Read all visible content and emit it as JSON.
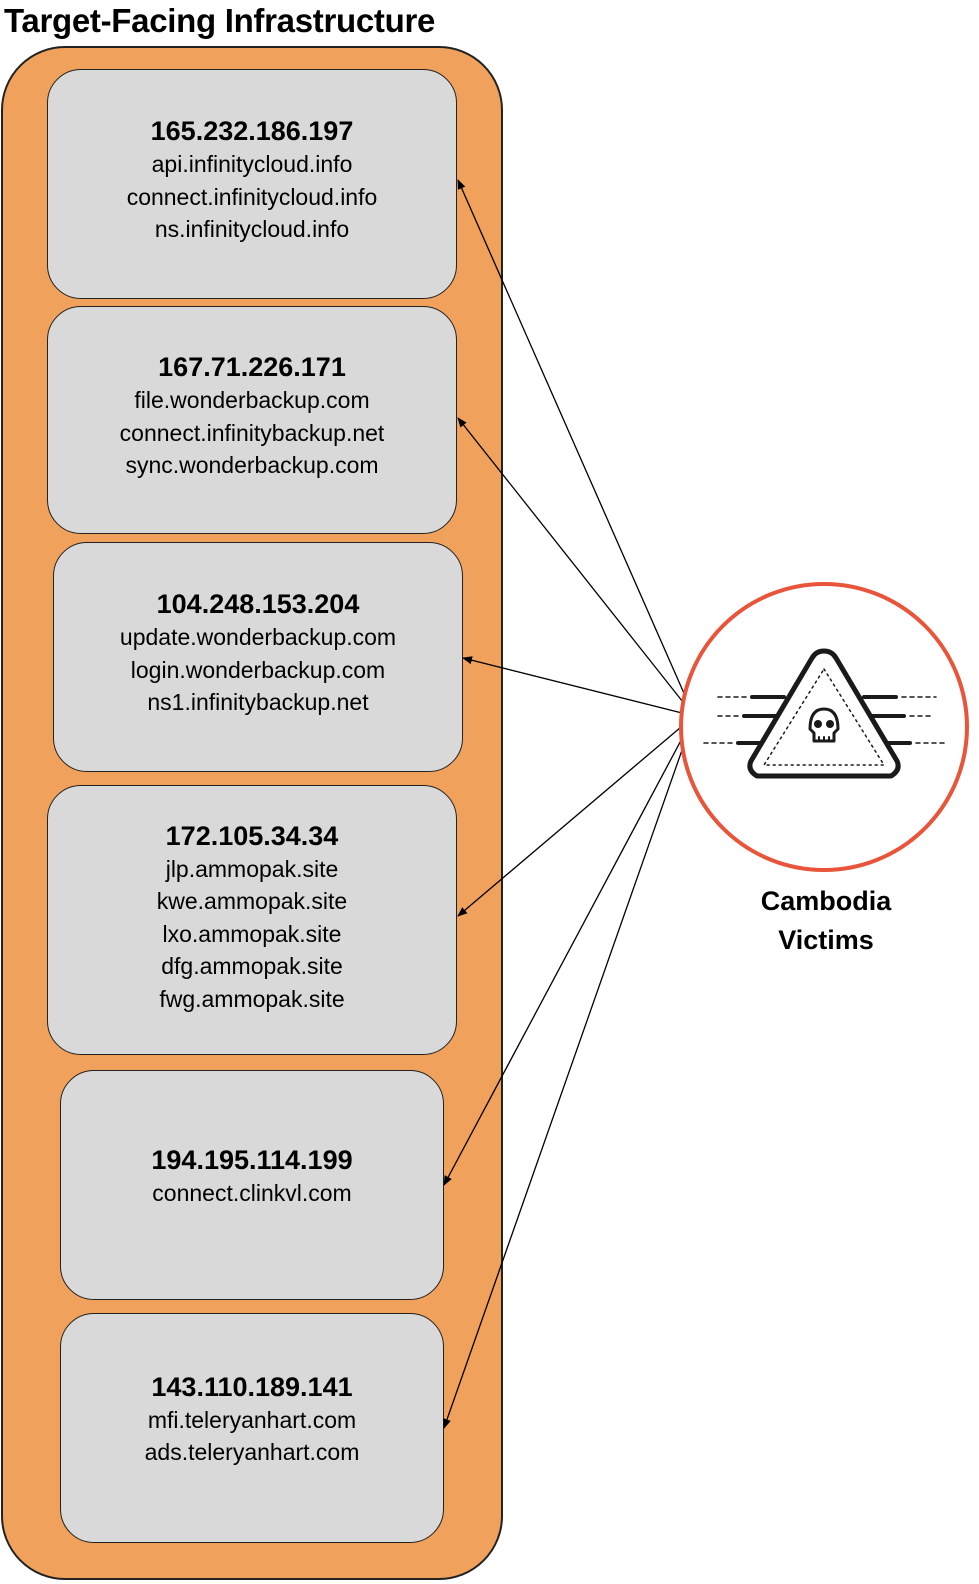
{
  "title": "Target-Facing Infrastructure",
  "servers": [
    {
      "ip": "165.232.186.197",
      "domains": [
        "api.infinitycloud.info",
        "connect.infinitycloud.info",
        "ns.infinitycloud.info"
      ]
    },
    {
      "ip": "167.71.226.171",
      "domains": [
        "file.wonderbackup.com",
        "connect.infinitybackup.net",
        "sync.wonderbackup.com"
      ]
    },
    {
      "ip": "104.248.153.204",
      "domains": [
        "update.wonderbackup.com",
        "login.wonderbackup.com",
        "ns1.infinitybackup.net"
      ]
    },
    {
      "ip": "172.105.34.34",
      "domains": [
        "jlp.ammopak.site",
        "kwe.ammopak.site",
        "lxo.ammopak.site",
        "dfg.ammopak.site",
        "fwg.ammopak.site"
      ]
    },
    {
      "ip": "194.195.114.199",
      "domains": [
        "connect.clinkvl.com"
      ]
    },
    {
      "ip": "143.110.189.141",
      "domains": [
        "mfi.teleryanhart.com",
        "ads.teleryanhart.com"
      ]
    }
  ],
  "victim": {
    "label": "Cambodia\nVictims",
    "icon": "skull-warning-icon"
  },
  "colors": {
    "container_fill": "#F0A15B",
    "box_fill": "#D9D9D9",
    "victim_ring": "#E8553A",
    "border": "#222222"
  }
}
